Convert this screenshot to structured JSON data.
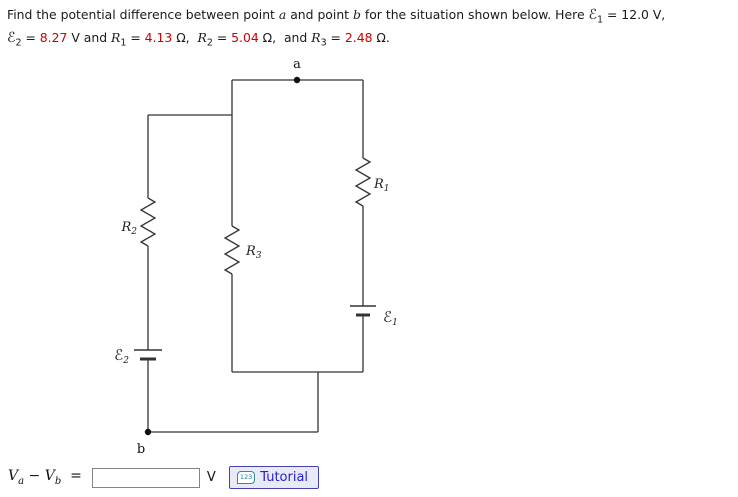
{
  "problem": {
    "line1": {
      "seg1": "Find the potential difference between point ",
      "point_a": "a",
      "seg2": " and point ",
      "point_b": "b",
      "seg3": " for the situation shown below. Here ",
      "emf_symbol": "ℰ",
      "emf_sub": "1",
      "seg4": " = 12.0 V,"
    },
    "line2": {
      "emf_symbol": "ℰ",
      "emf_sub": "2",
      "eq1": " = ",
      "emf_value": "8.27",
      "seg1": " V and ",
      "r1": "R",
      "r1_sub": "1",
      "eq2": " = ",
      "r1_value": "4.13",
      "seg2": " Ω,  ",
      "r2": "R",
      "r2_sub": "2",
      "eq3": " = ",
      "r2_value": "5.04",
      "seg3": " Ω,  and ",
      "r3": "R",
      "r3_sub": "3",
      "eq4": " = ",
      "r3_value": "2.48",
      "seg4": " Ω."
    }
  },
  "circuit": {
    "node_a_label": "a",
    "node_b_label": "b",
    "r1": {
      "base": "R",
      "sub": "1"
    },
    "r2": {
      "base": "R",
      "sub": "2"
    },
    "r3": {
      "base": "R",
      "sub": "3"
    },
    "emf1": {
      "base": "ℰ",
      "sub": "1"
    },
    "emf2": {
      "base": "ℰ",
      "sub": "2"
    }
  },
  "answer": {
    "v1": "V",
    "a_sub": "a",
    "minus": " − ",
    "v2": "V",
    "b_sub": "b",
    "equals": "  =",
    "input_value": "",
    "unit": "V",
    "tutorial": {
      "icon_text": "123",
      "label": "Tutorial"
    }
  },
  "colors": {
    "value_red": "#cc0000",
    "tutorial_blue": "#2323cc",
    "wire": "#333333"
  }
}
